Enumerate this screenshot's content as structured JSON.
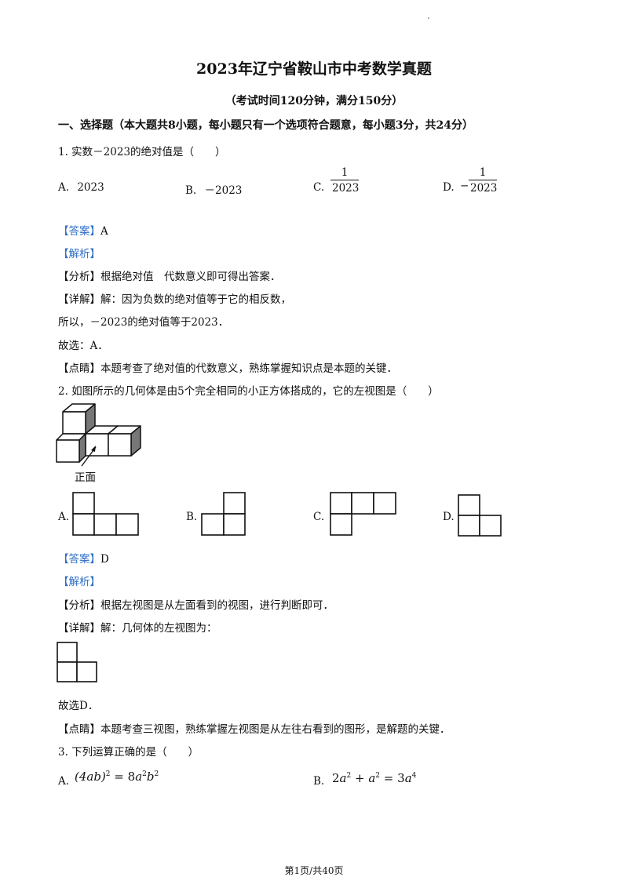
{
  "page": {
    "title": "2023年辽宁省鞍山市中考数学真题",
    "subtitle": "（考试时间120分钟，满分150分）",
    "footer": "第1页/共40页"
  },
  "section1": {
    "heading": "一、选择题（本大题共8小题，每小题只有一个选项符合题意，每小题3分，共24分）"
  },
  "q1": {
    "stem": "1.  实数－2023的绝对值是（　　）",
    "options": {
      "a_label": "A.",
      "a_text": "2023",
      "b_label": "B.",
      "b_text": "－2023",
      "c_label": "C.",
      "c_num": "1",
      "c_den": "2023",
      "d_label": "D.",
      "d_sign": "−",
      "d_num": "1",
      "d_den": "2023"
    },
    "answer_tag": "【答案】",
    "answer": "A",
    "analysis_tag": "【解析】",
    "fenxi_tag": "【分析】",
    "fenxi": "根据绝对值　代数意义即可得出答案．",
    "xiangjie_tag": "【详解】",
    "xiangjie": "解：因为负数的绝对值等于它的相反数，",
    "line2": "所以，－2023的绝对值等于2023．",
    "choice": "故选：A．",
    "dianjing_tag": "【点睛】",
    "dianjing": "本题考查了绝对值的代数意义，熟练掌握知识点是本题的关键．"
  },
  "q2": {
    "stem": "2.  如图所示的几何体是由5个完全相同的小正方体搭成的，它的左视图是（　　）",
    "front_label": "正面",
    "a_label": "A.",
    "b_label": "B.",
    "c_label": "C.",
    "d_label": "D.",
    "answer_tag": "【答案】",
    "answer": "D",
    "analysis_tag": "【解析】",
    "fenxi_tag": "【分析】",
    "fenxi": "根据左视图是从左面看到的视图，进行判断即可．",
    "xiangjie_tag": "【详解】",
    "xiangjie": "解：几何体的左视图为：",
    "choice": "故选D．",
    "dianjing_tag": "【点睛】",
    "dianjing": "本题考查三视图，熟练掌握左视图是从左往右看到的图形，是解题的关键．"
  },
  "q3": {
    "stem": "3.  下列运算正确的是（　　）",
    "a_label": "A.",
    "a_base": "(4ab)",
    "a_exp": "2",
    "a_eq": " = 8",
    "a_var1": "a",
    "a_exp1": "2",
    "a_var2": "b",
    "a_exp2": "2",
    "b_label": "B.",
    "b_coef": "2",
    "b_var": "a",
    "b_exp": "2",
    "b_plus": " + ",
    "b_var2": "a",
    "b_exp2": "2",
    "b_eq": " = 3",
    "b_var3": "a",
    "b_exp3": "4"
  }
}
